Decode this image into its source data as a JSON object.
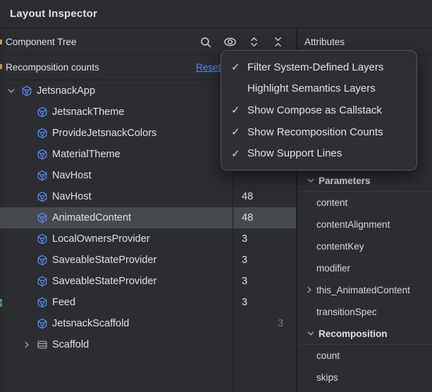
{
  "window": {
    "title": "Layout Inspector"
  },
  "colors": {
    "background": "#2B2D30",
    "divider": "#1E1F22",
    "selected_row": "#46494D",
    "text": "#DFE1E5",
    "dim_text": "#9DA0A8",
    "accent_blue": "#548AF7",
    "link_blue": "#548AF7",
    "dim_count": "#797D84",
    "menu_background": "#2D2F34"
  },
  "tree_panel": {
    "header": "Component Tree",
    "toolbar": [
      {
        "icon": "search-icon"
      },
      {
        "icon": "view-options-eye-icon"
      },
      {
        "icon": "expand-all-icon"
      },
      {
        "icon": "collapse-all-icon"
      }
    ],
    "recomposition_bar": {
      "label": "Recomposition counts",
      "reset_label": "Reset"
    },
    "rows": [
      {
        "label": "JetsnackApp",
        "depth": 0,
        "chevron": "expanded",
        "icon": "compose",
        "count": "",
        "skips": "",
        "selected": false
      },
      {
        "label": "JetsnackTheme",
        "depth": 1,
        "chevron": null,
        "icon": "compose",
        "count": "",
        "skips": "",
        "selected": false
      },
      {
        "label": "ProvideJetsnackColors",
        "depth": 1,
        "chevron": null,
        "icon": "compose",
        "count": "",
        "skips": "",
        "selected": false
      },
      {
        "label": "MaterialTheme",
        "depth": 1,
        "chevron": null,
        "icon": "compose",
        "count": "",
        "skips": "",
        "selected": false
      },
      {
        "label": "NavHost",
        "depth": 1,
        "chevron": null,
        "icon": "compose",
        "count": "",
        "skips": "",
        "selected": false
      },
      {
        "label": "NavHost",
        "depth": 1,
        "chevron": null,
        "icon": "compose",
        "count": "48",
        "skips": "",
        "selected": false
      },
      {
        "label": "AnimatedContent",
        "depth": 1,
        "chevron": null,
        "icon": "compose",
        "count": "48",
        "skips": "",
        "selected": true
      },
      {
        "label": "LocalOwnersProvider",
        "depth": 1,
        "chevron": null,
        "icon": "compose",
        "count": "3",
        "skips": "",
        "selected": false
      },
      {
        "label": "SaveableStateProvider",
        "depth": 1,
        "chevron": null,
        "icon": "compose",
        "count": "3",
        "skips": "",
        "selected": false
      },
      {
        "label": "SaveableStateProvider",
        "depth": 1,
        "chevron": null,
        "icon": "compose",
        "count": "3",
        "skips": "",
        "selected": false
      },
      {
        "label": "Feed",
        "depth": 1,
        "chevron": null,
        "icon": "compose",
        "count": "3",
        "skips": "",
        "selected": false
      },
      {
        "label": "JetsnackScaffold",
        "depth": 1,
        "chevron": null,
        "icon": "compose",
        "count": "",
        "skips": "3",
        "selected": false
      },
      {
        "label": "Scaffold",
        "depth": 1,
        "chevron": "collapsed",
        "icon": "scaffold",
        "count": "",
        "skips": "",
        "selected": false
      }
    ]
  },
  "menu": {
    "items": [
      {
        "label": "Filter System-Defined Layers",
        "checked": true
      },
      {
        "label": "Highlight Semantics Layers",
        "checked": false
      },
      {
        "label": "Show Compose as Callstack",
        "checked": true
      },
      {
        "label": "Show Recomposition Counts",
        "checked": true
      },
      {
        "label": "Show Support Lines",
        "checked": true
      }
    ]
  },
  "attributes_panel": {
    "header": "Attributes",
    "sections": [
      {
        "title": "Parameters",
        "expanded": true,
        "items": [
          {
            "label": "content",
            "chevron": null
          },
          {
            "label": "contentAlignment",
            "chevron": null
          },
          {
            "label": "contentKey",
            "chevron": null
          },
          {
            "label": "modifier",
            "chevron": null
          },
          {
            "label": "this_AnimatedContent",
            "chevron": "collapsed"
          },
          {
            "label": "transitionSpec",
            "chevron": null
          }
        ]
      },
      {
        "title": "Recomposition",
        "expanded": true,
        "items": [
          {
            "label": "count",
            "chevron": null
          },
          {
            "label": "skips",
            "chevron": null
          }
        ]
      }
    ]
  }
}
